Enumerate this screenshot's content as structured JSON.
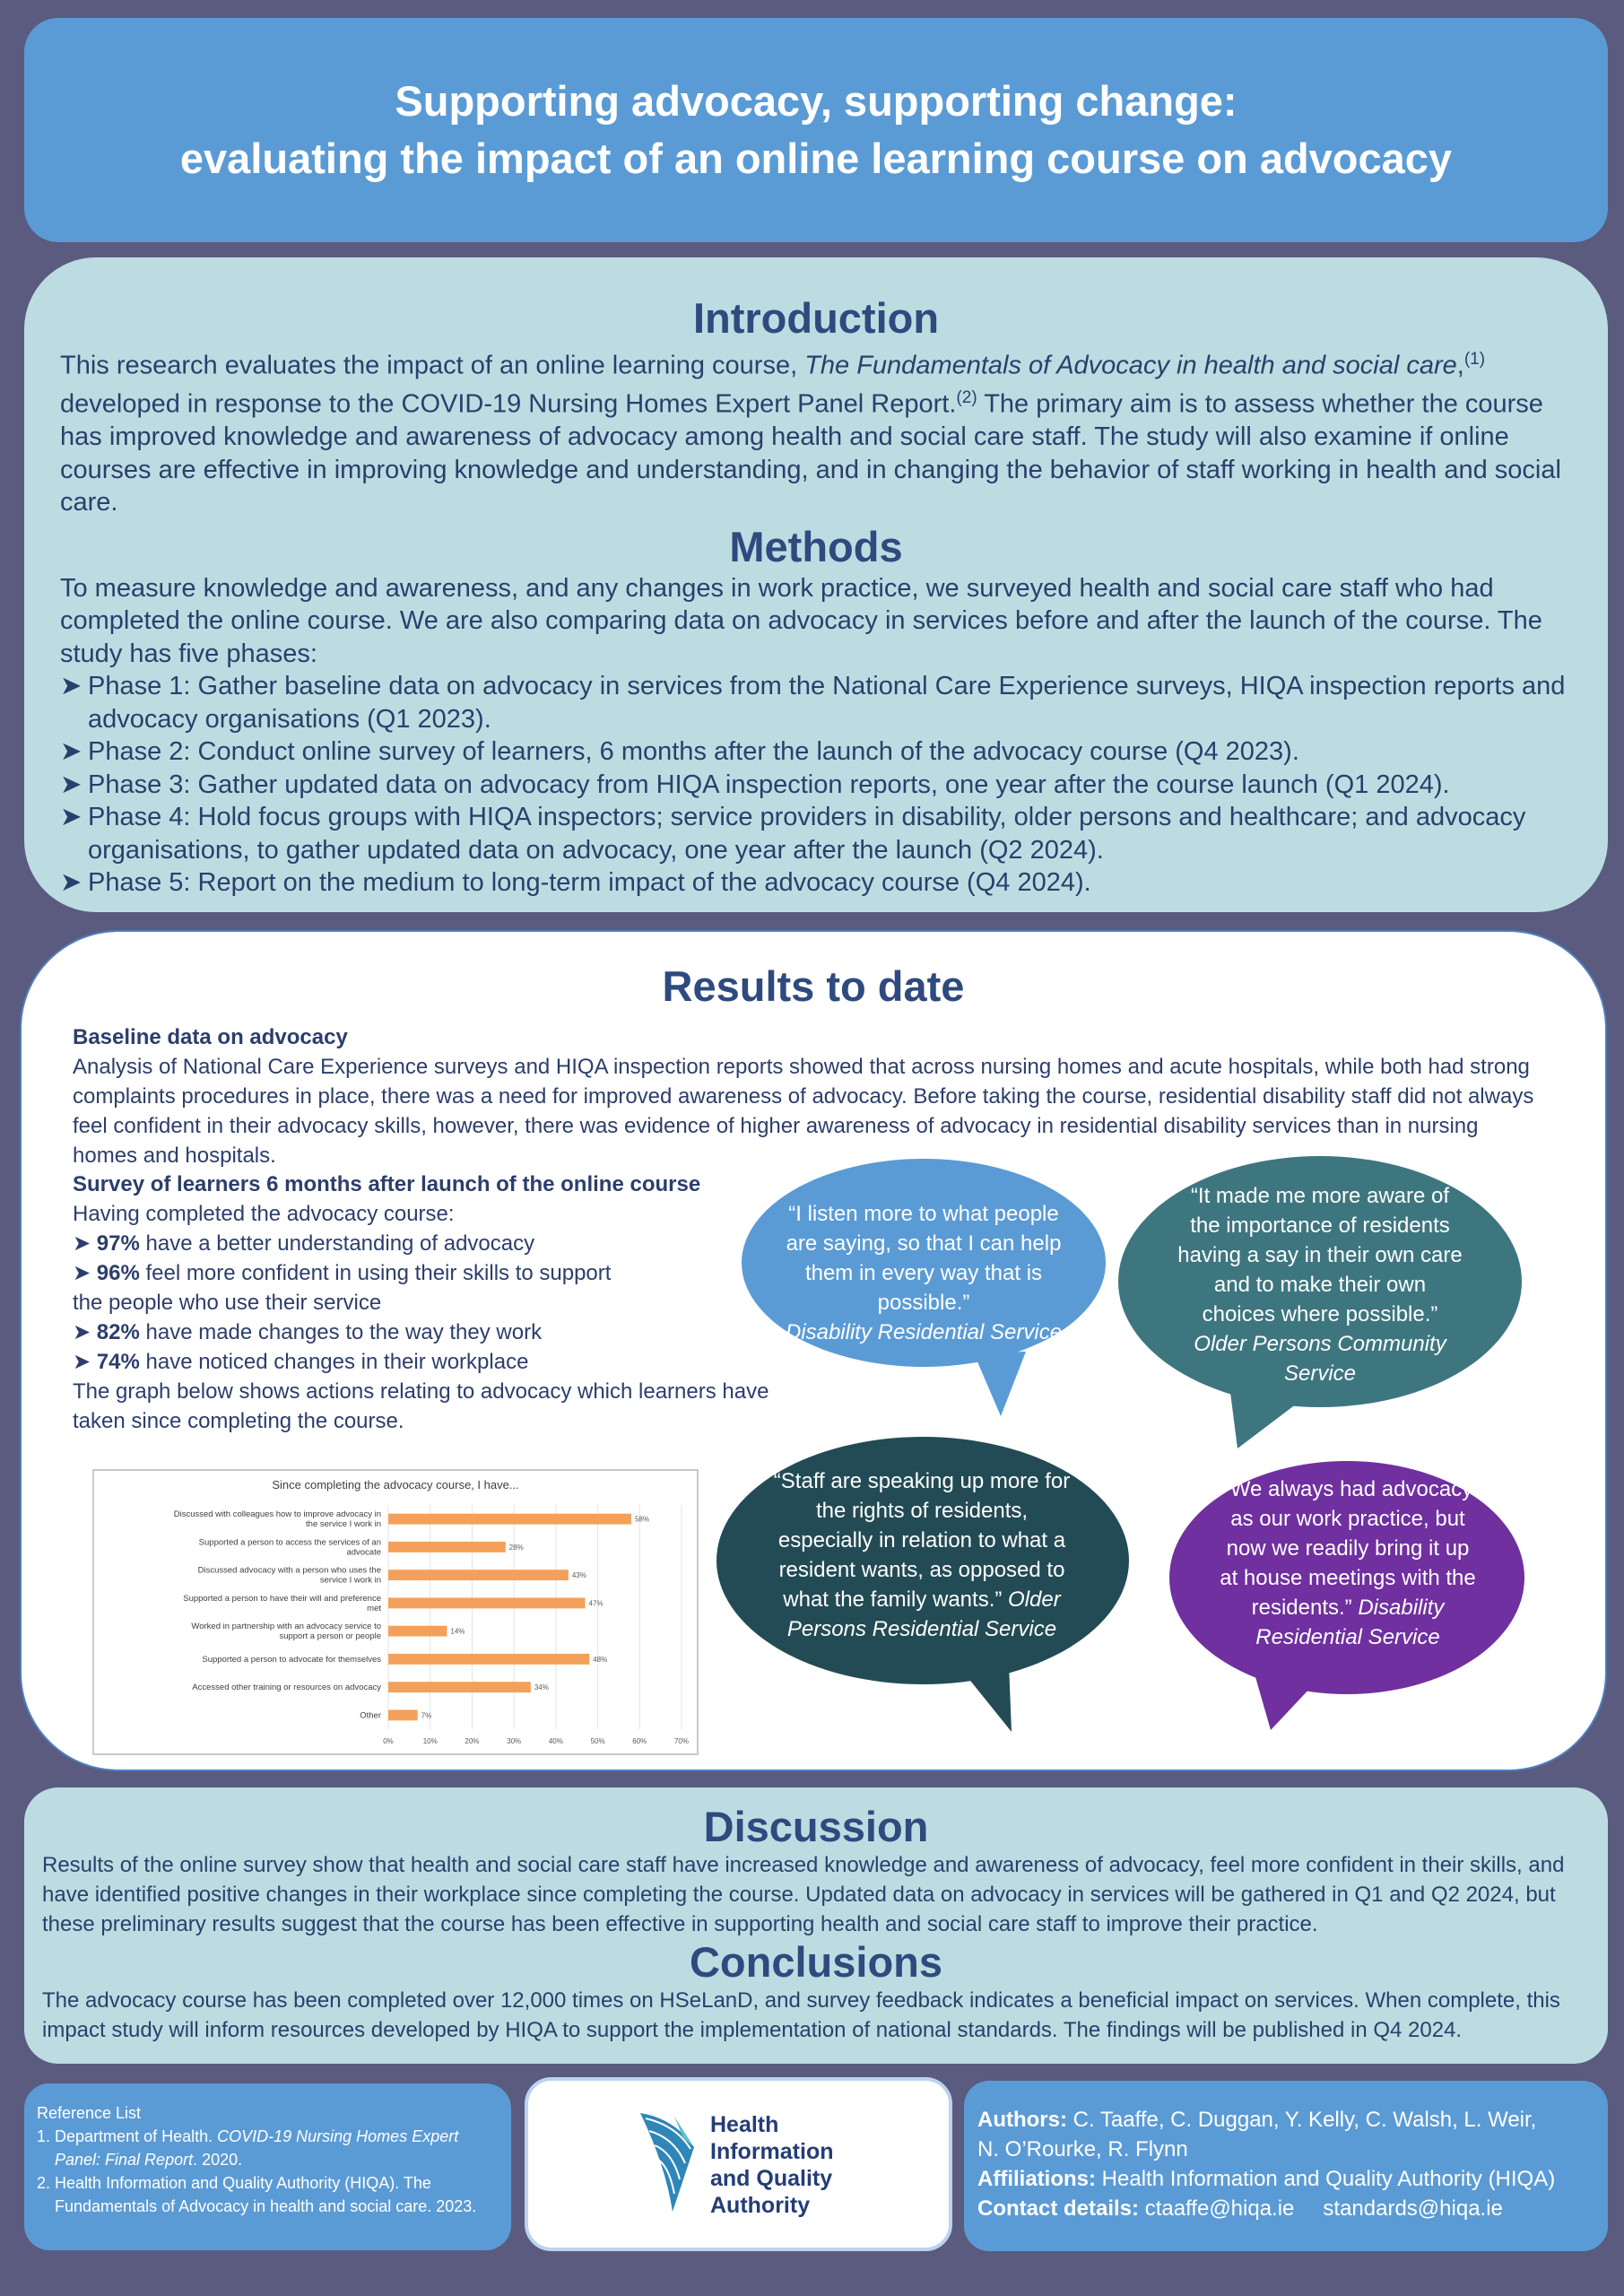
{
  "title": {
    "line1": "Supporting advocacy, supporting change:",
    "line2": "evaluating the impact of an online learning course on advocacy"
  },
  "introduction": {
    "heading": "Introduction",
    "text_a": "This research evaluates the impact of an online learning course, ",
    "course_title": "The Fundamentals of Advocacy in health and social care",
    "text_b": ",",
    "ref1": "(1)",
    "text_c": " developed in response to the COVID-19 Nursing Homes Expert Panel Report.",
    "ref2": "(2)",
    "text_d": " The primary aim is to assess whether the course has improved knowledge and awareness of advocacy among health and social care staff. The study will also examine if online courses are effective in improving knowledge and understanding, and in changing the behavior of staff working in health and social care."
  },
  "methods": {
    "heading": "Methods",
    "text": "To measure knowledge and awareness, and any changes in work practice, we surveyed health and social care staff who had completed the online course. We are also comparing data on advocacy in services before and after the launch of the course. The study has five phases:",
    "phases": [
      "Phase 1: Gather baseline data on advocacy in services from the National Care Experience surveys, HIQA inspection reports and advocacy organisations (Q1 2023).",
      "Phase 2: Conduct online survey of learners, 6 months after the launch of the advocacy course (Q4 2023).",
      "Phase 3: Gather updated data on advocacy from HIQA inspection reports, one year after the course launch (Q1 2024).",
      "Phase 4: Hold focus groups with HIQA inspectors; service providers in disability, older persons and healthcare; and advocacy organisations, to gather updated data on advocacy, one year after the launch (Q2 2024).",
      "Phase 5: Report on the medium to long-term impact of the advocacy course (Q4 2024)."
    ]
  },
  "results": {
    "heading": "Results to date",
    "baseline_heading": "Baseline data on advocacy",
    "baseline_text": "Analysis of National Care Experience surveys and HIQA inspection reports showed that across nursing homes and acute hospitals, while both had strong complaints procedures in place, there was a need for improved awareness of advocacy.  Before taking the course, residential disability staff did not always feel confident in their advocacy skills, however, there was evidence of higher awareness of advocacy in residential disability services than in nursing homes and hospitals.",
    "survey_heading": "Survey of learners 6 months after launch of the online course",
    "survey_intro": "Having completed the advocacy course:",
    "stats": [
      {
        "pct": "97%",
        "text": " have a better understanding of advocacy"
      },
      {
        "pct": "96%",
        "text": " feel more confident in using their skills to support"
      },
      {
        "pct": "82%",
        "text": " have made changes to the way they work"
      },
      {
        "pct": "74%",
        "text": " have noticed changes in their workplace"
      }
    ],
    "stat2_cont": "the people who use their service",
    "graph_text": "The graph below shows actions relating to advocacy which learners have taken since completing the course."
  },
  "chart_data": {
    "type": "bar",
    "orientation": "horizontal",
    "title": "Since completing the advocacy course, I have...",
    "categories": [
      "Discussed with colleagues how to improve advocacy in the service I work in",
      "Supported a person to access the services of an advocate",
      "Discussed advocacy with a person who uses the service I work in",
      "Supported a person to have their will and preference met",
      "Worked in partnership with an advocacy service to support a person or people",
      "Supported a person to advocate for themselves",
      "Accessed other training or resources on advocacy",
      "Other"
    ],
    "values": [
      58,
      28,
      43,
      47,
      14,
      48,
      34,
      7
    ],
    "value_labels": [
      "58%",
      "28%",
      "43%",
      "47%",
      "14%",
      "48%",
      "34%",
      "7%"
    ],
    "xlim": [
      0,
      70
    ],
    "ticks": [
      "0%",
      "10%",
      "20%",
      "30%",
      "40%",
      "50%",
      "60%",
      "70%"
    ],
    "grid": true,
    "bar_color": "#f4a05a"
  },
  "quotes": {
    "q1": {
      "quote": "“I listen more to what people are saying, so that I can help them in every way that is possible.”",
      "source": "Disability Residential Service",
      "color": "#5b9bd5"
    },
    "q2": {
      "quote": "“It made me more aware of the importance of residents having a say in their own care and to make their own choices where possible.”",
      "source": "Older Persons Community Service",
      "color": "#3e7680"
    },
    "q3": {
      "quote": "“Staff are speaking up more for the rights of residents, especially in relation to what a resident wants, as opposed to what the family wants.”",
      "source": "Older Persons Residential Service",
      "color": "#234b55"
    },
    "q4": {
      "quote": "“We always had advocacy as our work practice, but now we readily bring it up at house meetings with the residents.”",
      "source": "Disability Residential Service",
      "color": "#7030a0"
    }
  },
  "discussion": {
    "heading": "Discussion",
    "text": "Results of the online survey show that health and social care staff have increased knowledge and awareness of advocacy, feel more confident in their skills, and have identified positive changes in their workplace since completing the course. Updated data on advocacy in services will be gathered in Q1 and Q2 2024, but these preliminary results suggest that the course has been effective in supporting health and social care staff to improve their practice."
  },
  "conclusions": {
    "heading": "Conclusions",
    "text": "The advocacy course has been completed over 12,000 times on HSeLanD, and survey feedback indicates a beneficial impact on services. When complete, this impact study will inform resources developed by HIQA to support the implementation of national standards. The findings will be published in Q4 2024."
  },
  "references": {
    "heading": "Reference List",
    "items": [
      {
        "num": "1.",
        "text_a": "Department of Health. ",
        "italic": "COVID-19 Nursing Homes Expert Panel: Final Report",
        "text_b": ". 2020."
      },
      {
        "num": "2.",
        "text_a": "Health Information and Quality Authority (HIQA). The Fundamentals of Advocacy in health and social care. 2023.",
        "italic": "",
        "text_b": ""
      }
    ]
  },
  "logo": {
    "line1": "Health",
    "line2": "Information",
    "line3": "and Quality",
    "line4": "Authority"
  },
  "authors": {
    "authors_label": "Authors:",
    "authors_line1": " C. Taaffe, C. Duggan, Y. Kelly, C. Walsh, L. Weir,",
    "authors_line2": "N. O’Rourke, R. Flynn",
    "affiliations_label": "Affiliations:",
    "affiliations": " Health Information and Quality Authority (HIQA)",
    "contact_label": "Contact details:",
    "email1": " ctaaffe@hiqa.ie",
    "email2": "standards@hiqa.ie"
  }
}
